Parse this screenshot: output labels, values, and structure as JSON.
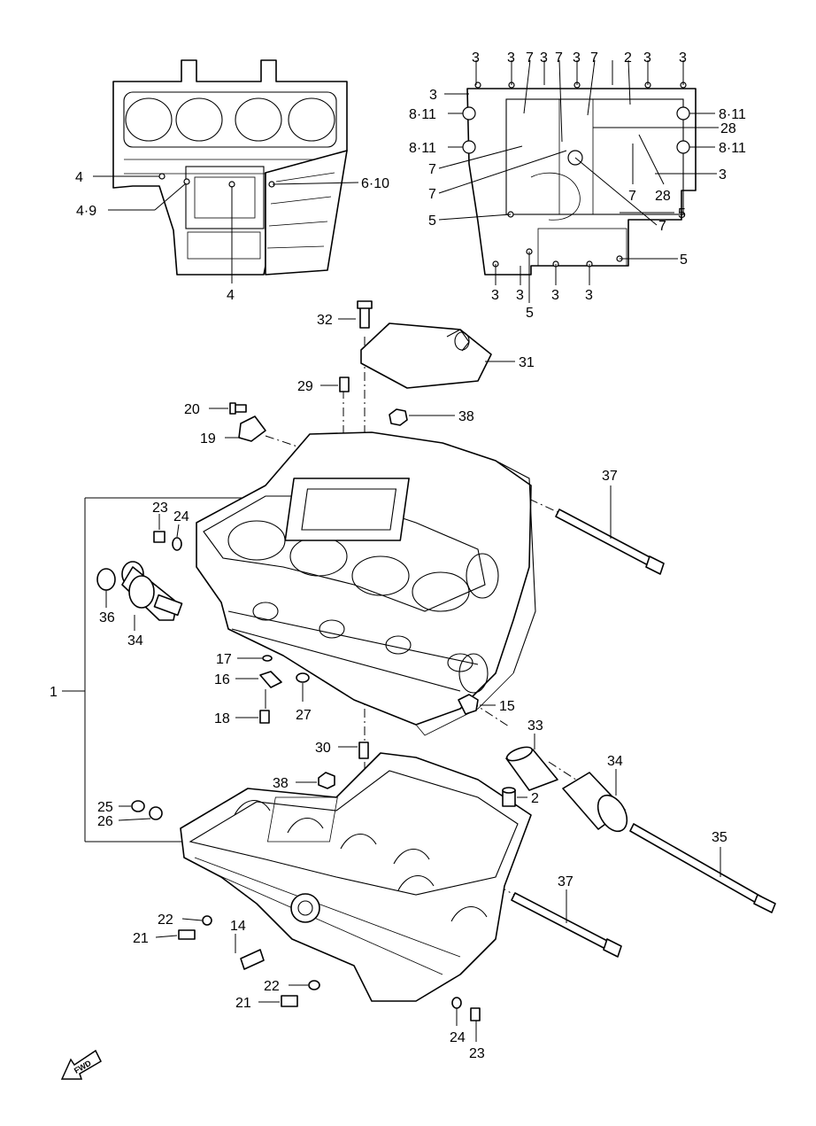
{
  "diagram": {
    "type": "exploded-parts-diagram",
    "direction_badge": "FWD",
    "callouts": {
      "top_left": [
        "4",
        "4·9",
        "6·10",
        "4"
      ],
      "top_right_top": [
        "3",
        "3",
        "7",
        "3",
        "7",
        "3",
        "7",
        "2",
        "3",
        "3"
      ],
      "top_right_left": [
        "3",
        "8·11",
        "8·11",
        "7",
        "7",
        "5"
      ],
      "top_right_right": [
        "8·11",
        "28",
        "8·11",
        "3",
        "28",
        "7",
        "5",
        "7",
        "5"
      ],
      "top_right_bottom": [
        "3",
        "3",
        "3",
        "3",
        "5"
      ],
      "main": [
        "1",
        "2",
        "14",
        "15",
        "16",
        "17",
        "18",
        "19",
        "20",
        "21",
        "21",
        "22",
        "22",
        "23",
        "23",
        "24",
        "24",
        "25",
        "26",
        "27",
        "29",
        "30",
        "31",
        "32",
        "33",
        "34",
        "34",
        "35",
        "36",
        "37",
        "37",
        "38",
        "38"
      ]
    }
  }
}
